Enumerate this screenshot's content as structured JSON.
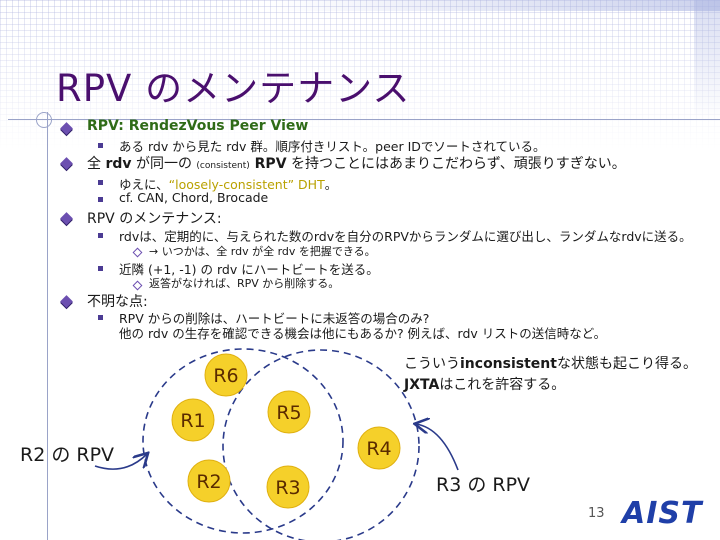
{
  "title": "RPV のメンテナンス",
  "bullets": {
    "b1_label": "RPV: ",
    "b1_bold": "RendezVous Peer View",
    "b1_sub": "ある rdv から見た rdv 群。順序付きリスト。peer IDでソートされている。",
    "b2_pre": "全 ",
    "b2_rdv": "rdv",
    "b2_mid": " が同一の ",
    "b2_small": "(consistent)",
    "b2_rpv": " RPV",
    "b2_post": " を持つことにはあまりこだわらず、頑張りすぎない。",
    "b2_sub1_pre": "ゆえに、",
    "b2_sub1_quote": "“loosely-consistent” DHT",
    "b2_sub1_post": "。",
    "b2_sub2": "cf. CAN, Chord, Brocade",
    "b3_label": "RPV のメンテナンス:",
    "b3_sub1": "rdvは、定期的に、与えられた数のrdvを自分のRPVからランダムに選び出し、ランダムなrdvに送る。",
    "b3_sub1_sub": "→ いつかは、全 rdv が全 rdv を把握できる。",
    "b3_sub2": "近隣 (+1, -1) の rdv にハートビートを送る。",
    "b3_sub2_sub": "返答がなければ、RPV から削除する。",
    "b4_label": "不明な点:",
    "b4_sub_line1": "RPV からの削除は、ハートビートに未返答の場合のみ?",
    "b4_sub_line2": "他の rdv の生存を確認できる機会は他にもあるか? 例えば、rdv リストの送信時など。"
  },
  "diagram": {
    "nodes": [
      "R6",
      "R1",
      "R5",
      "R4",
      "R2",
      "R3"
    ],
    "caption_left": "R2 の RPV",
    "caption_right": "R3 の RPV",
    "note_line1_pre": "こういう",
    "note_line1_bold": "inconsistent",
    "note_line1_post": "な状態も起こり得る。",
    "note_line2_bold": "JXTA",
    "note_line2_post": "はこれを許容する。"
  },
  "page_number": "13",
  "logo_text": "AIST",
  "colors": {
    "title": "#4a0f6e",
    "bullet": "#6c4fb0",
    "highlight": "#2f6b17",
    "quote": "#b9a100",
    "node_fill": "#f5d02a",
    "logo": "#1f3fa8"
  }
}
